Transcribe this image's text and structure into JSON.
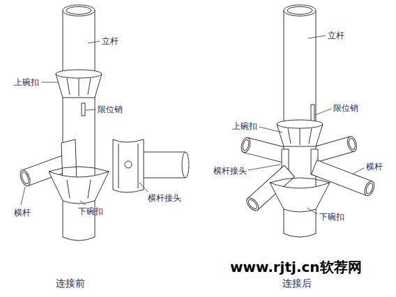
{
  "diagram": {
    "labels": [
      "立杆",
      "上碗扣",
      "限位销",
      "横杆",
      "下碗扣",
      "横杆接头",
      "立杆",
      "上碗扣",
      "限位销",
      "横杆接头",
      "横杆",
      "下碗扣",
      "连接前",
      "连接后",
      "www.rjtj.cn软荐网"
    ]
  }
}
